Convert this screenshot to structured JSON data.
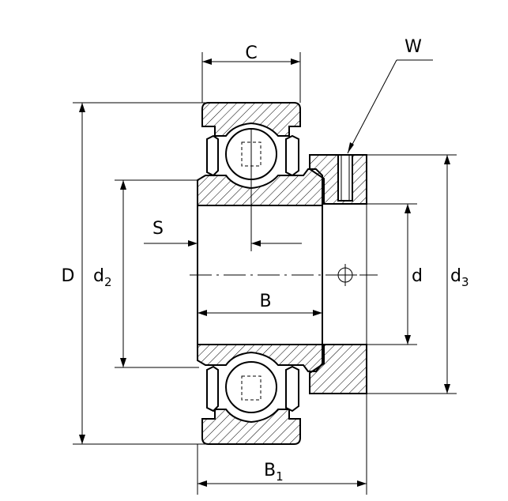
{
  "labels": {
    "C": "C",
    "W": "W",
    "D": "D",
    "d2_main": "d",
    "d2_sub": "2",
    "S": "S",
    "d": "d",
    "d3_main": "d",
    "d3_sub": "3",
    "B": "B",
    "B1_main": "B",
    "B1_sub": "1"
  }
}
